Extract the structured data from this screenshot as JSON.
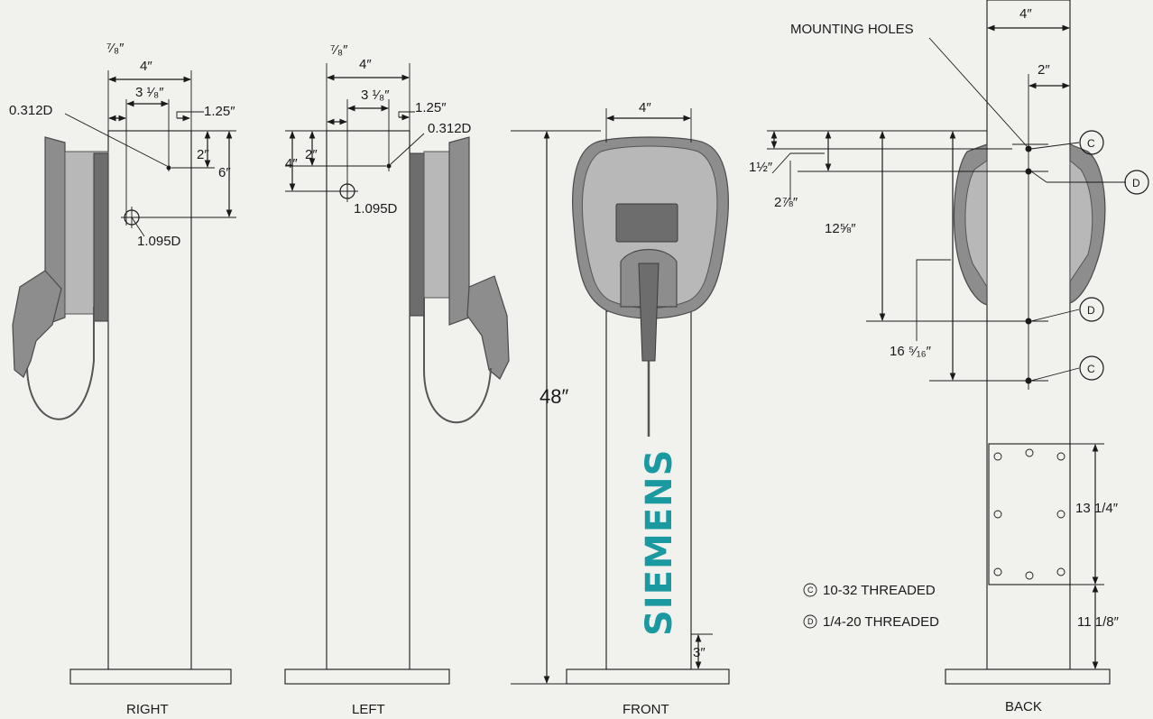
{
  "views": {
    "right": {
      "caption": "RIGHT",
      "w4": "4″",
      "w78": "⁷⁄₈″",
      "w318": "3 ¹⁄₈″",
      "w125": "1.25″",
      "d0312": "0.312D",
      "d1095": "1.095D",
      "h2": "2″",
      "h6": "6″"
    },
    "left": {
      "caption": "LEFT",
      "w4": "4″",
      "w78": "⁷⁄₈″",
      "w318": "3 ¹⁄₈″",
      "w125": "1.25″",
      "d0312": "0.312D",
      "d1095": "1.095D",
      "h2": "2″",
      "h4": "4″"
    },
    "front": {
      "caption": "FRONT",
      "w4": "4″",
      "h48": "48″",
      "h3": "3″",
      "brand": "SIEMENS"
    },
    "back": {
      "caption": "BACK",
      "w4": "4″",
      "w2": "2″",
      "mounting_holes": "MOUNTING HOLES",
      "h112": "1½″",
      "h278": "2⅞″",
      "h1258": "12⅝″",
      "h16516": "16 ⁵⁄₁₆″",
      "h1314": "13 1/4″",
      "h1118": "11 1/8″",
      "hole_c": "C",
      "hole_d": "D"
    }
  },
  "legend": [
    {
      "key": "C",
      "text": "10-32 THREADED"
    },
    {
      "key": "D",
      "text": "1/4-20 THREADED"
    }
  ],
  "colors": {
    "background": "#f1f1ee",
    "brand": "#1a9aa0",
    "device": "#8d8d8d"
  }
}
